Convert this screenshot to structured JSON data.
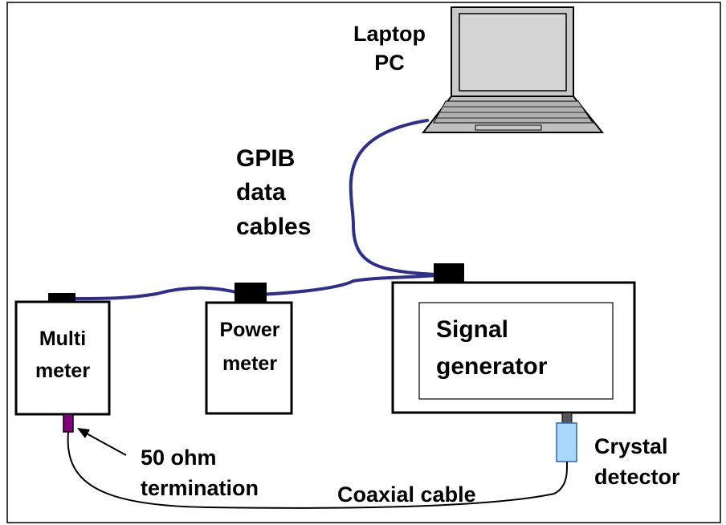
{
  "labels": {
    "laptop_line1": "Laptop",
    "laptop_line2": "PC",
    "gpib_line1": "GPIB",
    "gpib_line2": "data",
    "gpib_line3": "cables",
    "multimeter_line1": "Multi",
    "multimeter_line2": "meter",
    "powermeter_line1": "Power",
    "powermeter_line2": "meter",
    "signalgen_line1": "Signal",
    "signalgen_line2": "generator",
    "termination_line1": "50 ohm",
    "termination_line2": "termination",
    "crystal_line1": "Crystal",
    "crystal_line2": "detector",
    "coax": "Coaxial cable"
  },
  "colors": {
    "gpib_cable": "#2e2e8c",
    "termination": "#800080",
    "crystal_detector": "#a9d8ff",
    "connector": "#000000",
    "laptop_body": "#c0c0c0"
  }
}
